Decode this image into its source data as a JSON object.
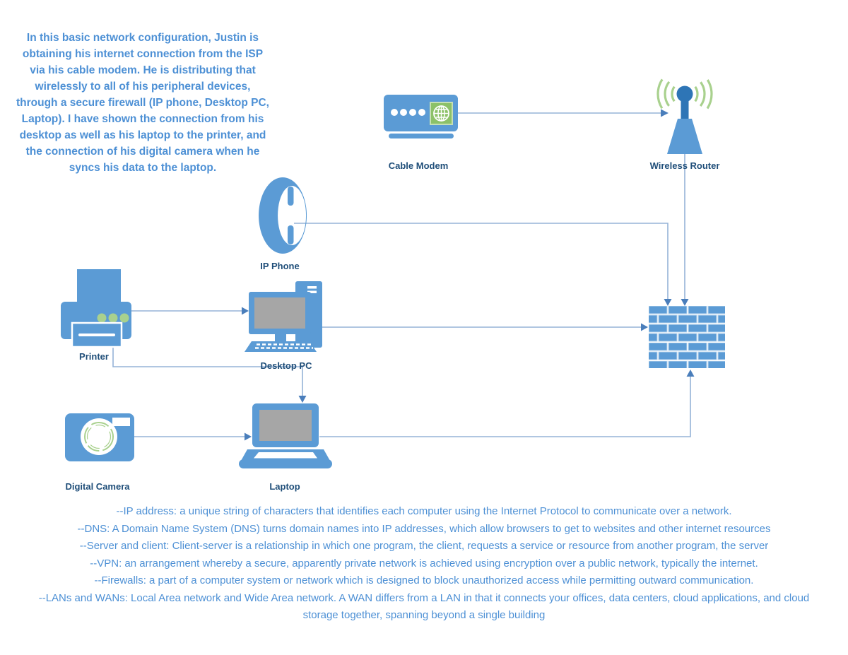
{
  "intro": "In this basic network configuration, Justin is obtaining his internet connection from the ISP via his cable modem. He is distributing that wirelessly to all of his peripheral devices, through a secure firewall (IP phone, Desktop PC, Laptop). I have shown the connection from his desktop as well as his laptop to the printer, and the connection of his digital camera when he syncs his data to the laptop.",
  "nodes": [
    {
      "id": "cable-modem",
      "label": "Cable Modem"
    },
    {
      "id": "wireless-router",
      "label": "Wireless Router"
    },
    {
      "id": "ip-phone",
      "label": "IP Phone"
    },
    {
      "id": "printer",
      "label": "Printer"
    },
    {
      "id": "desktop-pc",
      "label": "Desktop PC"
    },
    {
      "id": "laptop",
      "label": "Laptop"
    },
    {
      "id": "digital-camera",
      "label": "Digital Camera"
    },
    {
      "id": "firewall",
      "label": ""
    }
  ],
  "connections": [
    {
      "from": "Cable Modem",
      "to": "Wireless Router"
    },
    {
      "from": "Wireless Router",
      "to": "Firewall"
    },
    {
      "from": "IP Phone",
      "to": "Firewall"
    },
    {
      "from": "Printer",
      "to": "Desktop PC"
    },
    {
      "from": "Desktop PC",
      "to": "Firewall"
    },
    {
      "from": "Printer",
      "to": "Laptop"
    },
    {
      "from": "Digital Camera",
      "to": "Laptop"
    },
    {
      "from": "Laptop",
      "to": "Firewall"
    }
  ],
  "notes": [
    "--IP address: a unique string of characters that identifies each computer using the Internet Protocol to communicate over a network.",
    "--DNS: A Domain Name System (DNS) turns domain names into IP addresses, which allow browsers to get to websites and other internet resources",
    "--Server and client: Client-server is a relationship in which one program, the client, requests a service or resource from another program, the server",
    "--VPN: an arrangement whereby a secure, apparently private network is achieved using encryption over a public network, typically the internet.",
    "--Firewalls: a part of a computer system or network which is designed to block unauthorized access while permitting outward communication.",
    "--LANs and WANs: Local Area network and Wide Area network. A WAN differs from a LAN in that it connects your offices, data centers, cloud applications, and cloud storage together, spanning beyond a single building"
  ],
  "colors": {
    "device_blue": "#5b9bd5",
    "router_cap_blue": "#2e75b6",
    "screen_gray": "#a6a6a6",
    "accent_green": "#a9d18e",
    "globe_green": "#8cc168",
    "label_navy": "#1f4e79",
    "paragraph_blue": "#4d90d5",
    "connector_blue": "#95b3d7",
    "arrowhead_blue": "#4a7ebb",
    "brick_outline": "#bdd7ee"
  }
}
